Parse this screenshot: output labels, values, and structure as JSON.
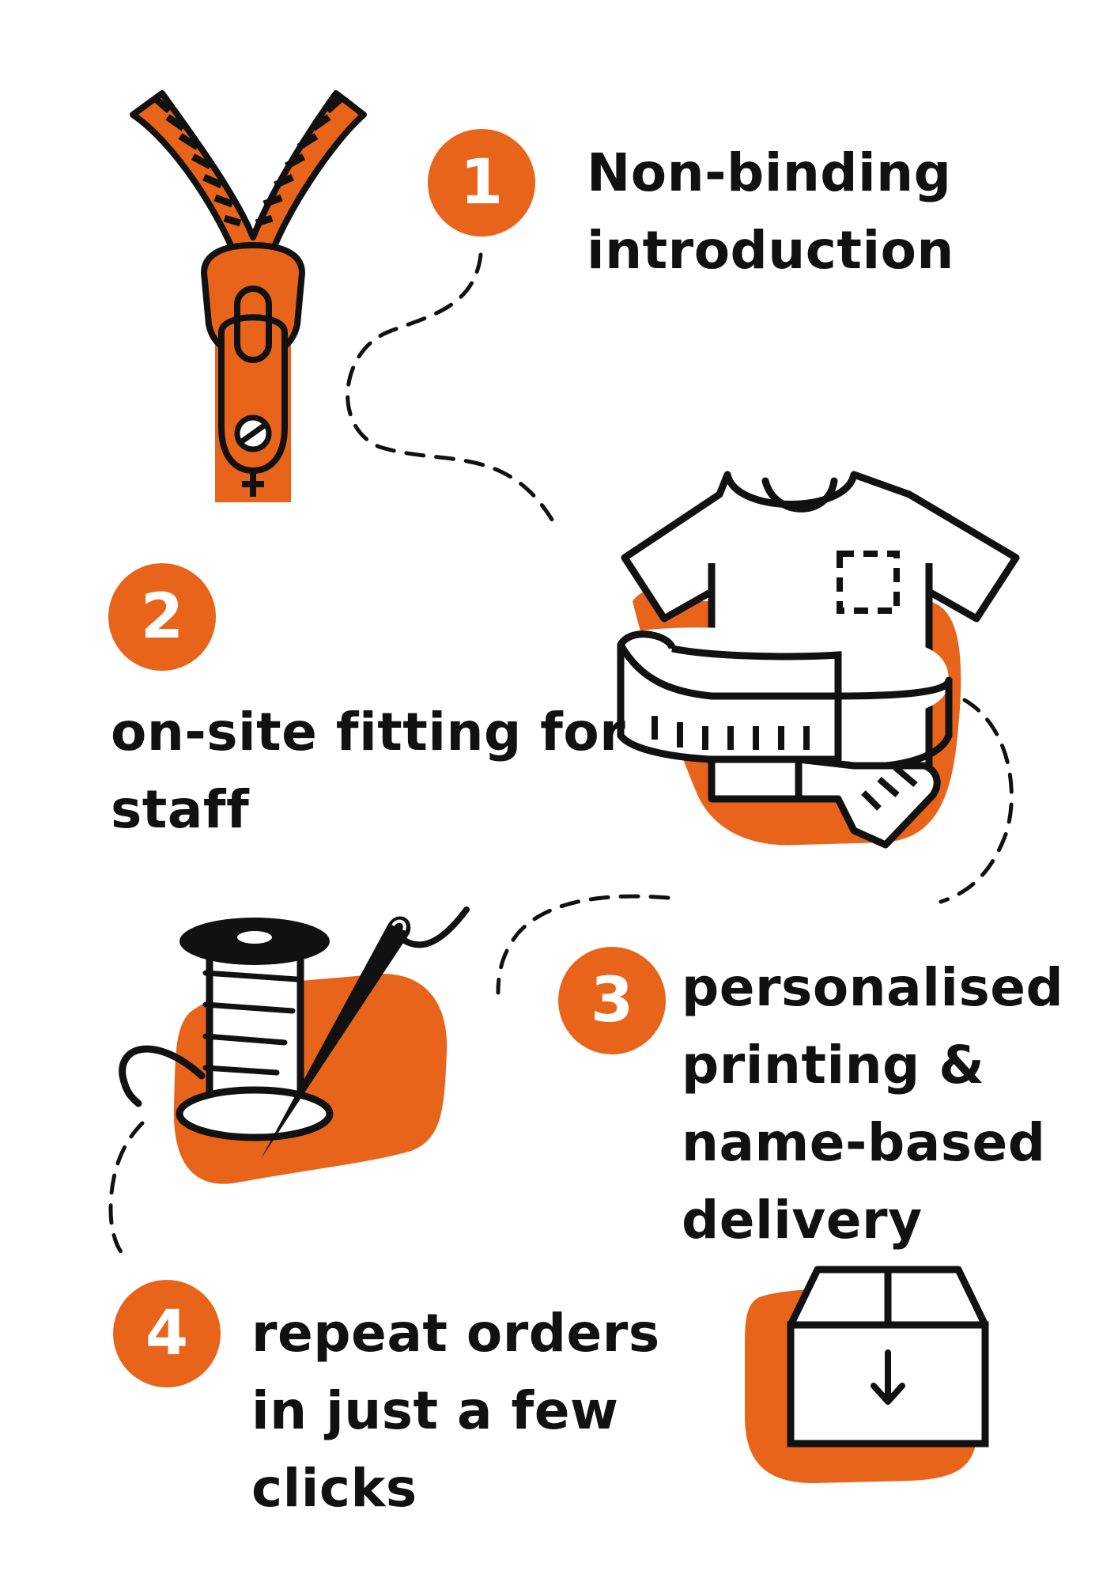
{
  "colors": {
    "accent": "#E8641B",
    "ink": "#111111",
    "background": "#ffffff"
  },
  "steps": [
    {
      "number": "1",
      "text": "Non-binding\nintroduction",
      "icon": "zipper-icon"
    },
    {
      "number": "2",
      "text": "on-site fitting for\nstaff",
      "icon": "tshirt-measuring-tape-icon"
    },
    {
      "number": "3",
      "text": "personalised\nprinting &\nname-based\ndelivery",
      "icon": "thread-spool-needle-icon"
    },
    {
      "number": "4",
      "text": "repeat orders\nin just a few\nclicks",
      "icon": "delivery-box-icon"
    }
  ]
}
